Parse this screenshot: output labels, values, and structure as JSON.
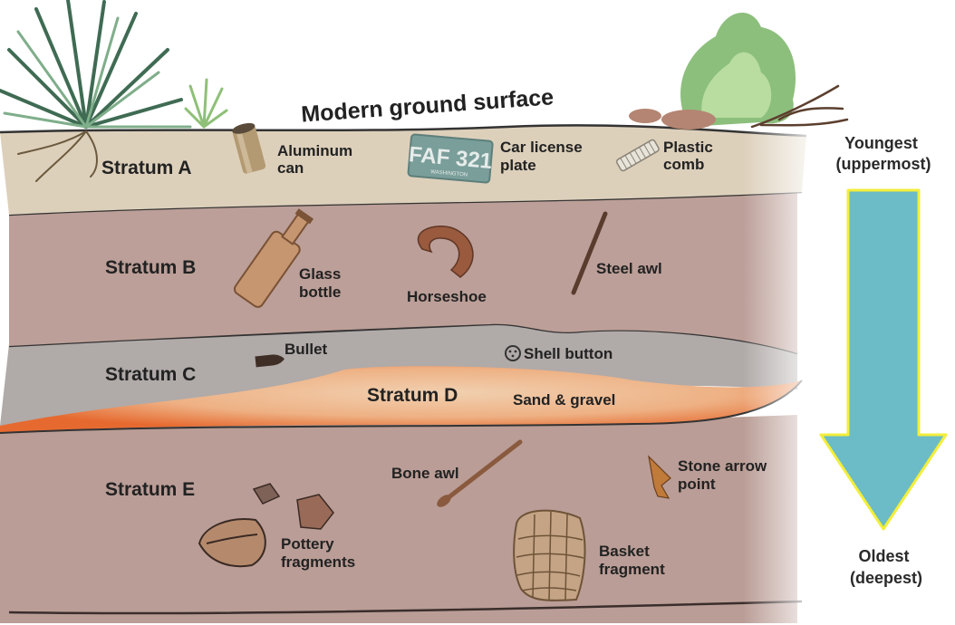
{
  "title": "Modern ground surface",
  "strata": {
    "a": "Stratum A",
    "b": "Stratum B",
    "c": "Stratum C",
    "d": "Stratum D",
    "e": "Stratum E"
  },
  "artifacts": {
    "a1": [
      "Aluminum",
      "can"
    ],
    "a2": [
      "Car license",
      "plate"
    ],
    "a3": [
      "Plastic",
      "comb"
    ],
    "b1": [
      "Glass",
      "bottle"
    ],
    "b2": "Horseshoe",
    "b3": "Steel awl",
    "c1": "Bullet",
    "c2": "Shell button",
    "d1": "Sand & gravel",
    "e1": "Bone awl",
    "e2": [
      "Stone arrow",
      "point"
    ],
    "e3": [
      "Pottery",
      "fragments"
    ],
    "e4": [
      "Basket",
      "fragment"
    ]
  },
  "plate": {
    "text": "FAF 321",
    "state": "WASHINGTON"
  },
  "arrow": {
    "top": [
      "Youngest",
      "(uppermost)"
    ],
    "bottom": [
      "Oldest",
      "(deepest)"
    ]
  },
  "colors": {
    "stratum_a": "#ddd0bb",
    "stratum_b": "#bc9f98",
    "stratum_c": "#b0aaa8",
    "stratum_d": "#e87a42",
    "stratum_e": "#ba9d96",
    "arrow_fill": "#6bbcc6",
    "arrow_outline": "#f3ee3a"
  }
}
